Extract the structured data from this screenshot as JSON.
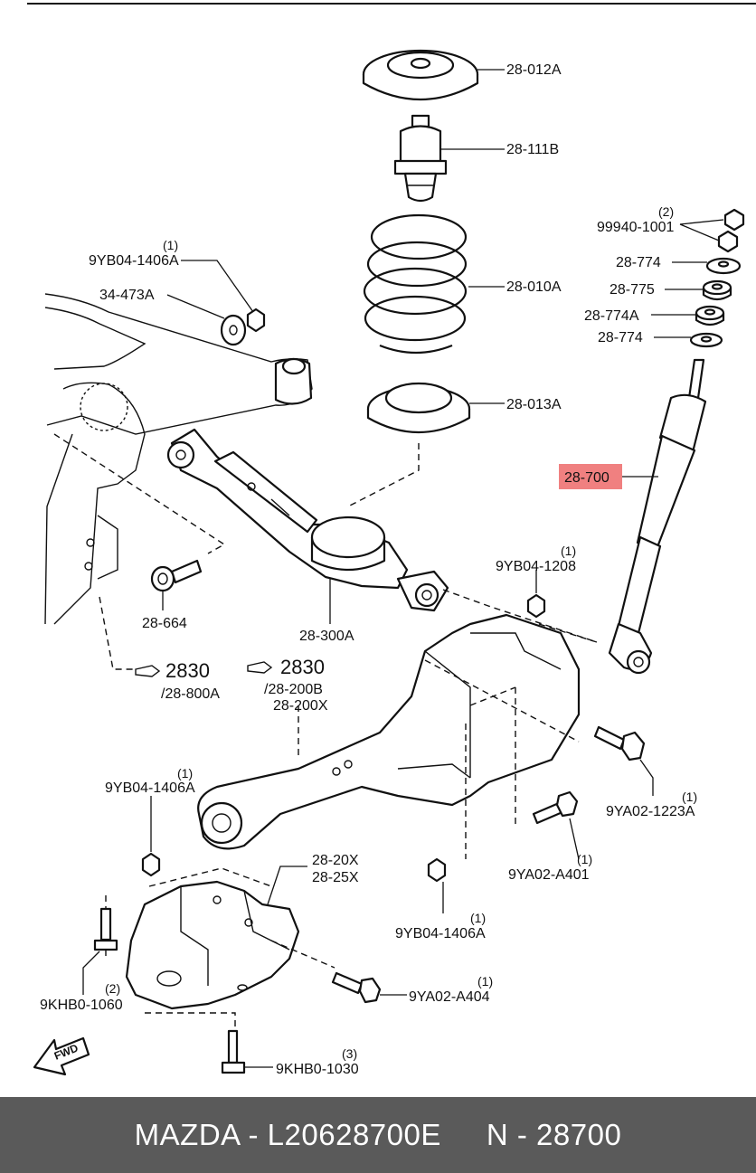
{
  "labels": {
    "upper_mount": "28-012A",
    "bump_stop": "28-111B",
    "coil_spring": "28-010A",
    "lower_seat": "28-013A",
    "nut_qty_top": "(2)",
    "nut_top": "99940-1001",
    "washer_1": "28-774",
    "bushing_1": "28-775",
    "bushing_2": "28-774A",
    "washer_2": "28-774",
    "shock": "28-700",
    "nut_left_qty": "(1)",
    "nut_left": "9YB04-1406A",
    "bracket": "34-473A",
    "bolt_664": "28-664",
    "lower_arm": "28-300A",
    "nut_1208_qty": "(1)",
    "nut_1208": "9YB04-1208",
    "ref1_num": "2830",
    "ref1_sub": "/28-800A",
    "ref2_num": "2830",
    "ref2_sub1": "/28-200B",
    "ref2_sub2": "28-200X",
    "nut_mid_qty": "(1)",
    "nut_mid": "9YB04-1406A",
    "bolt_1223_qty": "(1)",
    "bolt_1223": "9YA02-1223A",
    "bolt_a401_qty": "(1)",
    "bolt_a401": "9YA02-A401",
    "knuckle_1": "28-20X",
    "knuckle_2": "28-25X",
    "nut_bot_qty": "(1)",
    "nut_bot": "9YB04-1406A",
    "bolt_1060_qty": "(2)",
    "bolt_1060": "9KHB0-1060",
    "bolt_a404_qty": "(1)",
    "bolt_a404": "9YA02-A404",
    "bolt_1030_qty": "(3)",
    "bolt_1030": "9KHB0-1030",
    "fwd": "FWD"
  },
  "highlight_color": "#f08080",
  "footer": {
    "brand": "MAZDA - L20628700E",
    "ref": "N - 28700"
  }
}
